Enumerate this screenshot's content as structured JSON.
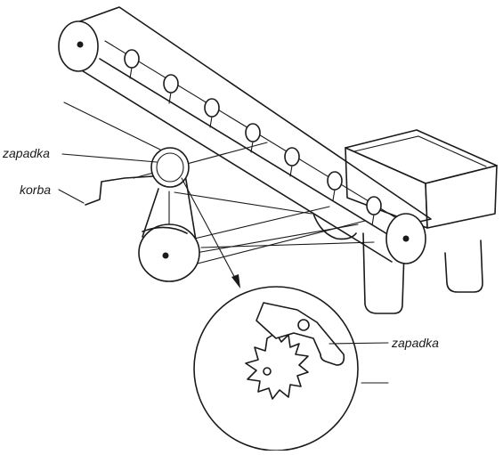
{
  "labels": {
    "pawl_left": "zapadka",
    "crank": "korba",
    "pawl_detail": "zapadka"
  },
  "colors": {
    "line": "#1a1a1a",
    "background": "#ffffff"
  }
}
